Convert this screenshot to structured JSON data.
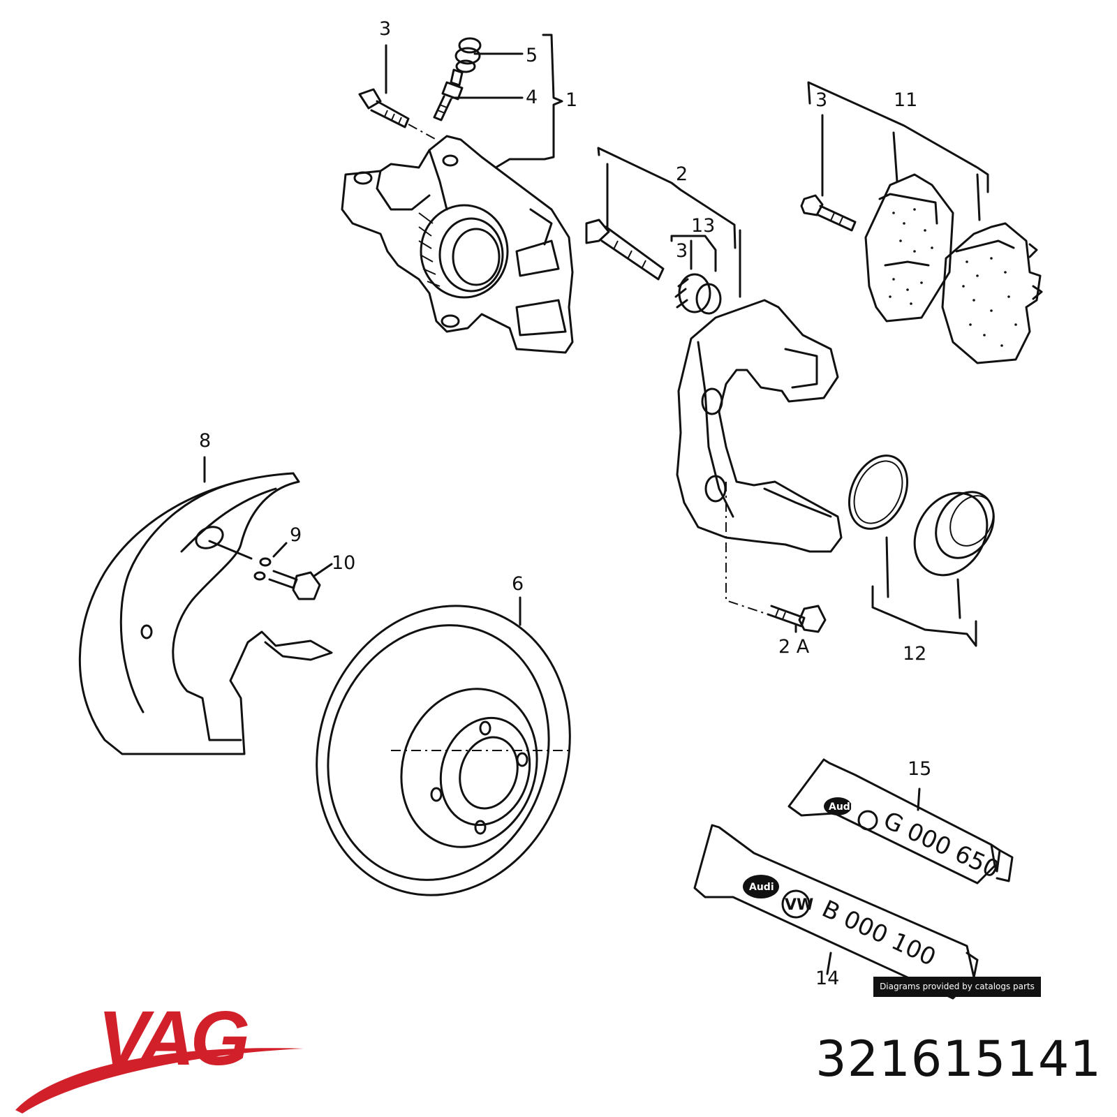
{
  "callouts": {
    "c3_top": "3",
    "c5": "5",
    "c4": "4",
    "c1": "1",
    "c2": "2",
    "c13": "13",
    "c3_mid": "3",
    "c3_right": "3",
    "c11": "11",
    "c8": "8",
    "c9": "9",
    "c10": "10",
    "c6": "6",
    "c2A": "2 A",
    "c12": "12",
    "c15": "15",
    "c14": "14"
  },
  "tubes": {
    "upper_code": "G 000 650",
    "lower_code": "B 000 100",
    "brand_badge": "Audi",
    "vw_badge": "VW"
  },
  "credit": "Diagrams provided by catalogs parts",
  "brand": {
    "name": "VAG",
    "color": "#d2202a"
  },
  "part_number": "321615141",
  "colors": {
    "ink": "#111111",
    "background": "#ffffff"
  }
}
